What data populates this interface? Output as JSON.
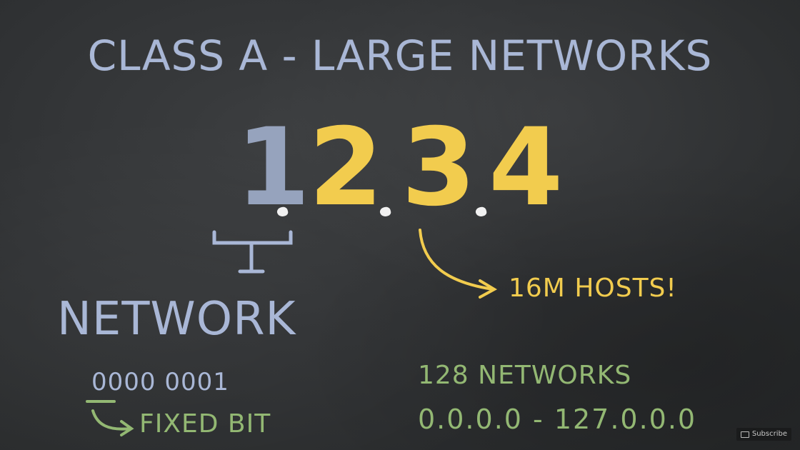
{
  "title": "CLASS A - LARGE NETWORKS",
  "ip_address": {
    "octets": [
      "1",
      "2",
      "3",
      "4"
    ]
  },
  "labels": {
    "network": "NETWORK",
    "hosts": "16M HOSTS!",
    "binary": "0000 0001",
    "fixed_bit": "FIXED BIT",
    "network_count": "128 NETWORKS",
    "range": "0.0.0.0 - 127.0.0.0"
  },
  "subscribe": "Subscribe",
  "colors": {
    "chalk_blue": "#a9b7d6",
    "chalk_yellow": "#f2cc4e",
    "chalk_green": "#93b873",
    "board": "#2f3133"
  }
}
